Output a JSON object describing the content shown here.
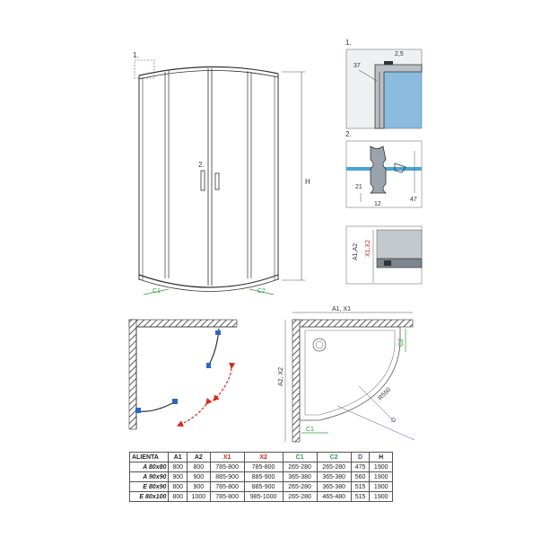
{
  "colors": {
    "line": "#3a3a3a",
    "accent_red": "#d9261c",
    "accent_green": "#2e9b3e",
    "accent_blue": "#2a66c9",
    "accent_purple": "#6b3fa0",
    "glass_blue": "#4aa3d8",
    "detail_bg": "#eef0f2"
  },
  "main": {
    "label_detail1": "1.",
    "label_detail2": "2.",
    "dim_h": "H",
    "dim_c1": "C1",
    "dim_c2": "C2"
  },
  "detail1": {
    "label": "1.",
    "dim_a": "2,5",
    "dim_b": "37"
  },
  "detail2": {
    "label": "2.",
    "dim_a": "21",
    "dim_b": "12",
    "dim_c": "47"
  },
  "detail3": {
    "dim_a": "A1,A2",
    "dim_b": "X1,X2"
  },
  "plan": {
    "dim_top": "A1, X1",
    "dim_left": "A2, X2",
    "dim_c1": "C1",
    "dim_c2": "C2",
    "dim_r": "R550",
    "dim_d": "D"
  },
  "table": {
    "headers": [
      "ALIENTA",
      "A1",
      "A2",
      "X1",
      "X2",
      "C1",
      "C2",
      "D",
      "H"
    ],
    "rows": [
      [
        "A 80x80",
        "800",
        "800",
        "785-800",
        "785-800",
        "265-280",
        "265-280",
        "475",
        "1900"
      ],
      [
        "A 90x90",
        "900",
        "900",
        "885-900",
        "885-900",
        "365-380",
        "365-380",
        "560",
        "1900"
      ],
      [
        "E 80x90",
        "800",
        "900",
        "785-800",
        "885-900",
        "265-280",
        "365-380",
        "515",
        "1900"
      ],
      [
        "E 80x100",
        "800",
        "1000",
        "785-800",
        "985-1000",
        "265-280",
        "465-480",
        "515",
        "1900"
      ]
    ]
  }
}
